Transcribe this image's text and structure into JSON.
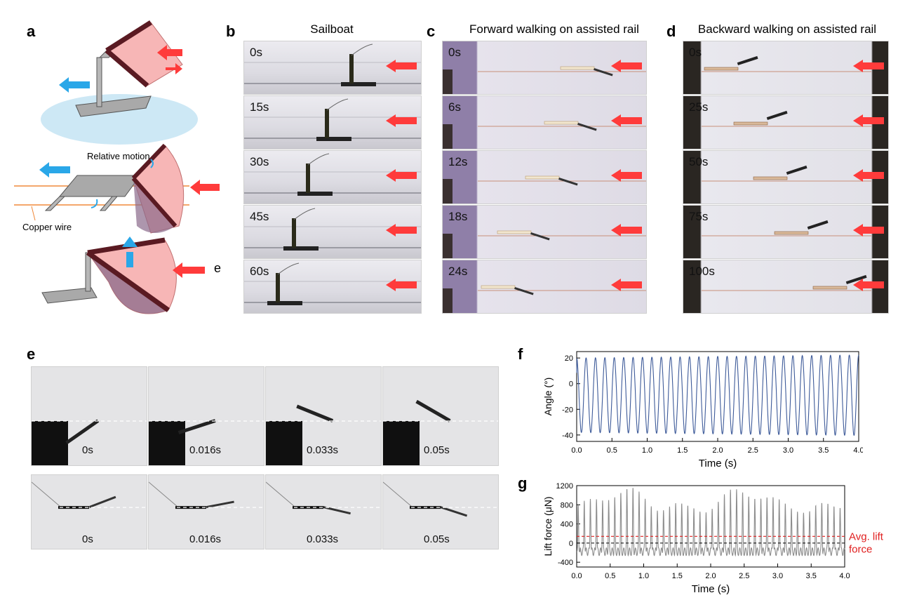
{
  "panels": {
    "a": {
      "label": "a",
      "relative_motion": "Relative motion",
      "copper_wire": "Copper wire",
      "stray_e": "e"
    },
    "b": {
      "label": "b",
      "title": "Sailboat",
      "times": [
        "0s",
        "15s",
        "30s",
        "45s",
        "60s"
      ]
    },
    "c": {
      "label": "c",
      "title": "Forward walking on assisted rail",
      "times": [
        "0s",
        "6s",
        "12s",
        "18s",
        "24s"
      ]
    },
    "d": {
      "label": "d",
      "title": "Backward walking on assisted rail",
      "times": [
        "0s",
        "25s",
        "50s",
        "75s",
        "100s"
      ]
    },
    "e": {
      "label": "e",
      "row1_times": [
        "0s",
        "0.016s",
        "0.033s",
        "0.05s"
      ],
      "row2_times": [
        "0s",
        "0.016s",
        "0.033s",
        "0.05s"
      ]
    },
    "f": {
      "label": "f"
    },
    "g": {
      "label": "g"
    }
  },
  "colors": {
    "air_arrow": "#ff3b3b",
    "motion_arrow": "#2aa7e8",
    "angle_line": "#3d5a99",
    "lift_line": "#8c8c8c",
    "avg_line": "#e02020",
    "water": "#cde8f5",
    "sail": "#f7b6b6",
    "frame_dark": "#5a1a22"
  },
  "chart_data": [
    {
      "type": "line",
      "panel": "f",
      "xlabel": "Time (s)",
      "ylabel": "Angle (°)",
      "xlim": [
        0,
        4.0
      ],
      "ylim": [
        -45,
        25
      ],
      "xticks": [
        "0.0",
        "0.5",
        "1.0",
        "1.5",
        "2.0",
        "2.5",
        "3.0",
        "3.5",
        "4.0"
      ],
      "yticks": [
        "20",
        "0",
        "-20",
        "-40"
      ],
      "series": [
        {
          "oscillation_frequency_hz": 7.5,
          "max": 20,
          "min": -38
        }
      ]
    },
    {
      "type": "line",
      "panel": "g",
      "xlabel": "Time (s)",
      "ylabel": "Lift force (μN)",
      "xlim": [
        0,
        4.0
      ],
      "ylim": [
        -500,
        1200
      ],
      "xticks": [
        "0.0",
        "0.5",
        "1.0",
        "1.5",
        "2.0",
        "2.5",
        "3.0",
        "3.5",
        "4.0"
      ],
      "yticks": [
        "1200",
        "800",
        "400",
        "0",
        "-400"
      ],
      "zero_line": 0,
      "series": [
        {
          "oscillation_frequency_hz": 11.0,
          "max": 1050,
          "min": -400
        }
      ],
      "average": {
        "name": "Avg. lift force",
        "value": 140,
        "label_line1": "Avg. lift",
        "label_line2": "force"
      }
    }
  ]
}
